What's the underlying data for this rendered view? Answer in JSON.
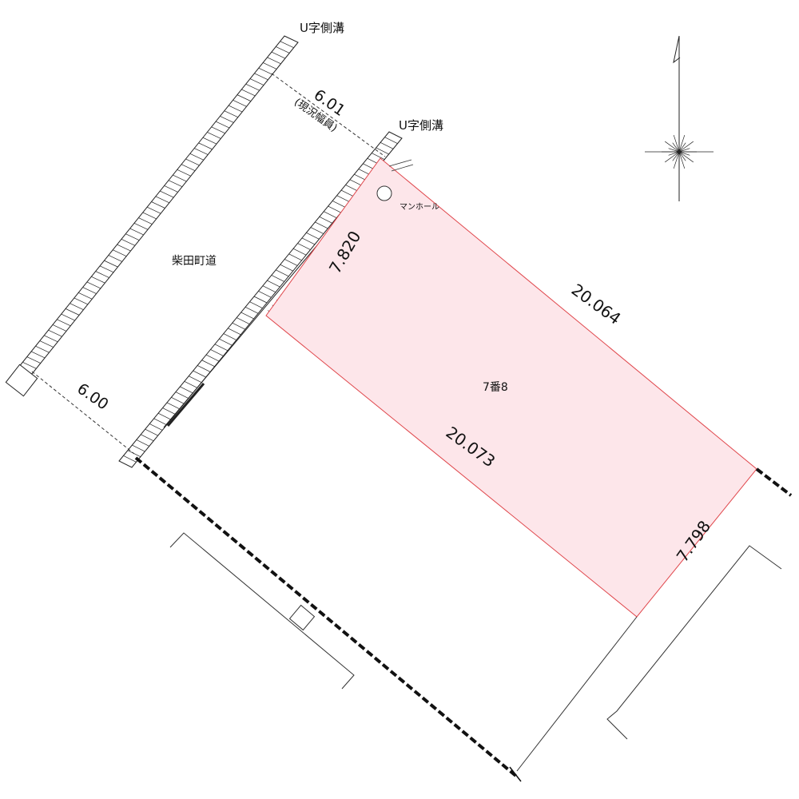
{
  "labels": {
    "gutter_left": "U字側溝",
    "gutter_right": "U字側溝",
    "road_width_top": "6.01",
    "road_width_top_note": "(現況幅員)",
    "road_width_bottom": "6.00",
    "road_name": "柴田町道",
    "manhole": "マンホール",
    "lot_number": "7番8"
  },
  "dimensions": {
    "frontage": "7.820",
    "north_side": "20.064",
    "south_side": "20.073",
    "rear": "7.798"
  },
  "colors": {
    "lot_fill": "#fde6ea",
    "lot_edge": "#e0474c",
    "line": "#222222"
  },
  "icons": {
    "north_arrow": "north-arrow-icon",
    "compass": "compass-rose-icon",
    "manhole": "manhole-icon"
  }
}
